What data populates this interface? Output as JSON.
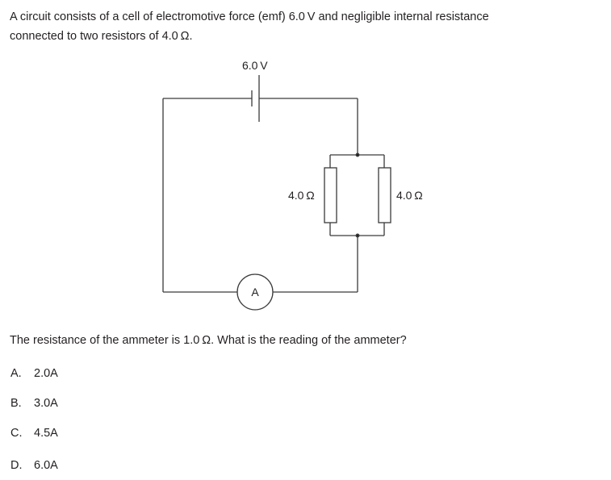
{
  "stem": {
    "line1": "A circuit consists of a cell of electromotive force (emf) 6.0 V and negligible internal resistance",
    "line2": "connected to two resistors of 4.0 Ω."
  },
  "diagram": {
    "cell_label": "6.0 V",
    "resistor_left_label": "4.0 Ω",
    "resistor_right_label": "4.0 Ω",
    "ammeter_label": "A"
  },
  "question": "The resistance of the ammeter is 1.0 Ω. What is the reading of the ammeter?",
  "options": [
    {
      "letter": "A.",
      "text": "2.0A"
    },
    {
      "letter": "B.",
      "text": "3.0A"
    },
    {
      "letter": "C.",
      "text": "4.5A"
    },
    {
      "letter": "D.",
      "text": "6.0A"
    }
  ]
}
